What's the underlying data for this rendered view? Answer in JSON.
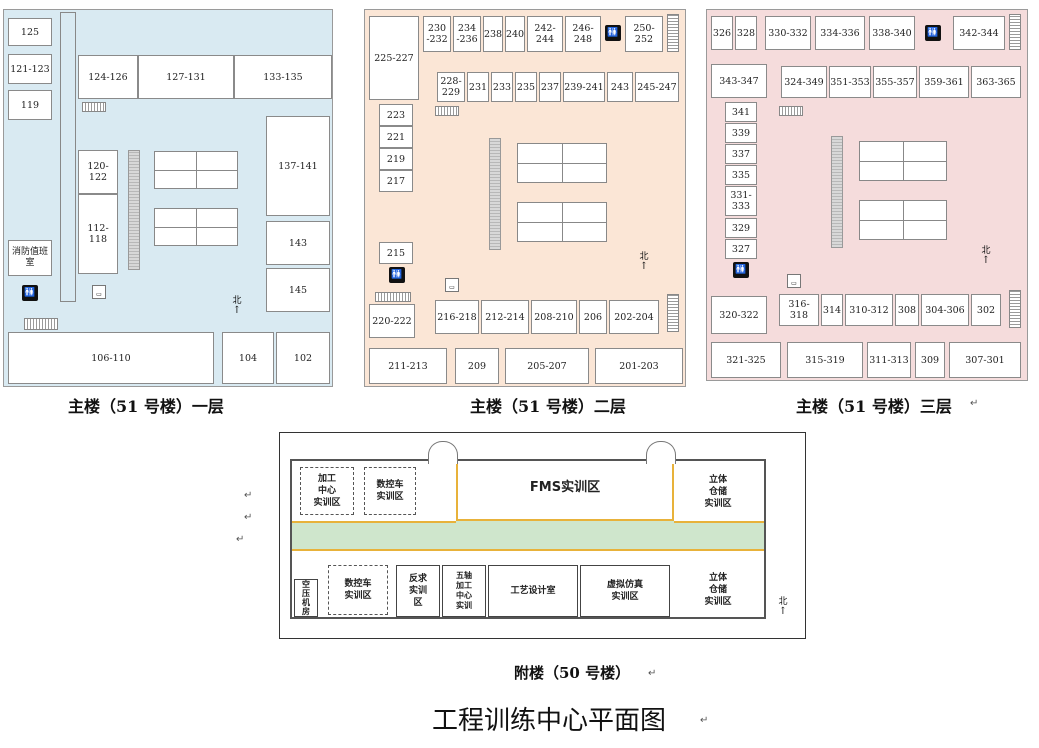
{
  "floor1": {
    "caption": "主楼（51 号楼）一层",
    "rooms": [
      "125",
      "121-123",
      "119",
      "124-126",
      "127-131",
      "133-135",
      "120-122",
      "112-118",
      "137-141",
      "143",
      "145",
      "消防值班室",
      "106-110",
      "104",
      "102"
    ],
    "north": "北"
  },
  "floor2": {
    "caption": "主楼（51 号楼）二层",
    "rooms": [
      "230\n-232",
      "234\n-236",
      "238",
      "240",
      "242-244",
      "246-248",
      "250-252",
      "225-227",
      "228-\n229",
      "231",
      "233",
      "235",
      "237",
      "239-241",
      "243",
      "245-247",
      "223",
      "221",
      "219",
      "217",
      "215",
      "220-222",
      "216-218",
      "212-214",
      "208-210",
      "206",
      "202-204",
      "211-213",
      "209",
      "205-207",
      "201-203"
    ],
    "north": "北"
  },
  "floor3": {
    "caption": "主楼（51 号楼）三层",
    "rooms": [
      "326",
      "328",
      "330-332",
      "334-336",
      "338-340",
      "342-344",
      "343-347",
      "324-349",
      "351-353",
      "355-357",
      "359-361",
      "363-365",
      "341",
      "339",
      "337",
      "335",
      "331-333",
      "329",
      "327",
      "320-322",
      "316-318",
      "314",
      "310-312",
      "308",
      "304-306",
      "302",
      "321-325",
      "315-319",
      "311-313",
      "309",
      "307-301"
    ],
    "north": "北"
  },
  "annex": {
    "caption": "附楼（50 号楼）",
    "rooms": [
      "加工\n中心\n实训区",
      "数控车\n实训区",
      "FMS实训区",
      "立体\n仓储\n实训区",
      "空\n压\n机\n房",
      "数控车\n实训区",
      "反求\n实训\n区",
      "五轴\n加工\n中心\n实训",
      "工艺设计室",
      "虚拟仿真\n实训区",
      "立体\n仓储\n实训区"
    ],
    "north": "北"
  },
  "title": "工程训练中心平面图",
  "colors": {
    "floor1_bg": "#d9eaf2",
    "floor2_bg": "#fbe6d6",
    "floor3_bg": "#f5dcdc",
    "annex_corridor": "#cfe6cc",
    "annex_wall": "#e8b23a"
  }
}
